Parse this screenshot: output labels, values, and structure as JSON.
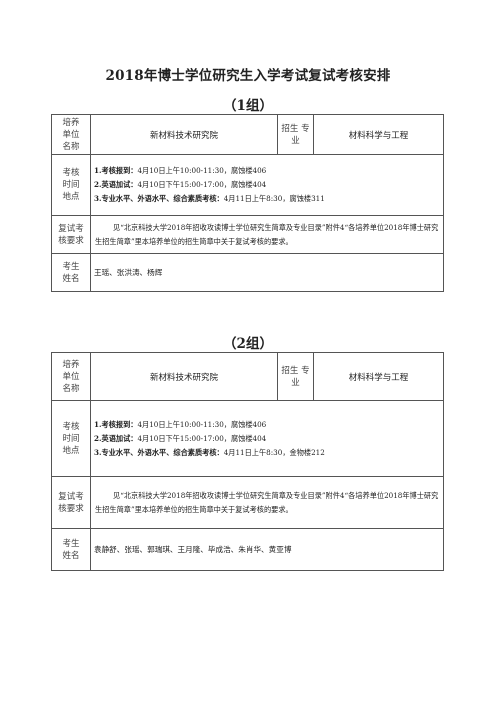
{
  "page": {
    "title": "2018年博士学位研究生入学考试复试考核安排"
  },
  "groups": [
    {
      "heading": "（1组）",
      "unit_label": [
        "培养",
        "单位",
        "名称"
      ],
      "unit_value": "新材料技术研究院",
      "major_label": [
        "招生",
        "专业"
      ],
      "major_value": "材料科学与工程",
      "schedule_label": [
        "考核",
        "时间",
        "地点"
      ],
      "schedule": [
        {
          "key": "1.考核报到：",
          "text": "4月10日上午10:00-11:30，腐蚀楼406"
        },
        {
          "key": "2.英语加试：",
          "text": "4月10日下午15:00-17:00，腐蚀楼404"
        },
        {
          "key": "3.专业水平、外语水平、综合素质考核：",
          "text": "4月11日上午8:30，腐蚀楼311"
        }
      ],
      "req_label": [
        "复试考",
        "核要求"
      ],
      "req_text": "见“北京科技大学2018年招收攻读博士学位研究生简章及专业目录”附件4“各培养单位2018年博士研究生招生简章”里本培养单位的招生简章中关于复试考核的要求。",
      "names_label": [
        "考生",
        "姓名"
      ],
      "names": "王瑶、张洪涛、杨辉"
    },
    {
      "heading": "（2组）",
      "unit_label": [
        "培养",
        "单位",
        "名称"
      ],
      "unit_value": "新材料技术研究院",
      "major_label": [
        "招生",
        "专业"
      ],
      "major_value": "材料科学与工程",
      "schedule_label": [
        "考核",
        "时间",
        "地点"
      ],
      "schedule": [
        {
          "key": "1.考核报到：",
          "text": "4月10日上午10:00-11:30，腐蚀楼406"
        },
        {
          "key": "2.英语加试：",
          "text": "4月10日下午15:00-17:00，腐蚀楼404"
        },
        {
          "key": "3.专业水平、外语水平、综合素质考核：",
          "text": "4月11日上午8:30，金物楼212"
        }
      ],
      "req_label": [
        "复试考",
        "核要求"
      ],
      "req_text": "见“北京科技大学2018年招收攻读博士学位研究生简章及专业目录”附件4“各培养单位2018年博士研究生招生简章”里本培养单位的招生简章中关于复试考核的要求。",
      "names_label": [
        "考生",
        "姓名"
      ],
      "names": "袁静舒、张瑶、郭瑞琪、王月隆、毕成浩、朱肖华、黄亚博"
    }
  ]
}
